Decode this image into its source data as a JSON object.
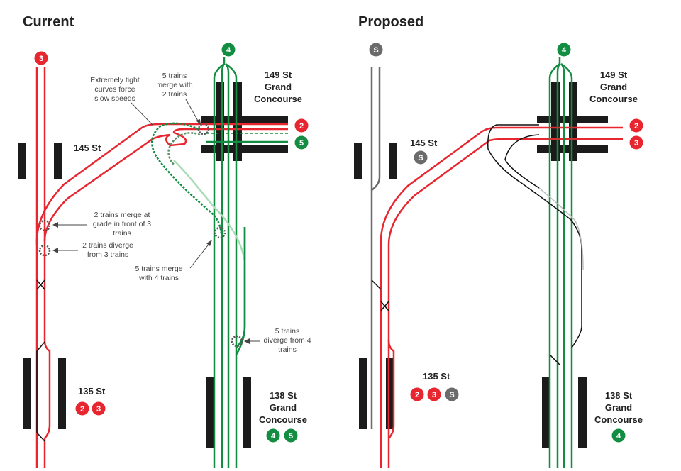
{
  "colors": {
    "red_line": "#e8262f",
    "green_line": "#128d42",
    "light_green_line": "#a8dcb4",
    "gray_line": "#6b6b6b",
    "light_gray_line": "#bcbcbc",
    "black_line": "#111111",
    "platform": "#1b1b1b",
    "annotation": "#444444"
  },
  "panels": {
    "current": {
      "title": "Current",
      "stations": {
        "st145": {
          "lines": [
            "145 St"
          ],
          "routes": []
        },
        "st149": {
          "lines": [
            "149 St",
            "Grand",
            "Concourse"
          ],
          "routes": []
        },
        "st135": {
          "lines": [
            "135 St"
          ],
          "routes": [
            "2",
            "3"
          ]
        },
        "st138": {
          "lines": [
            "138 St",
            "Grand",
            "Concourse"
          ],
          "routes": [
            "4",
            "5"
          ]
        }
      },
      "top_routes": [
        "3",
        "4"
      ],
      "side_routes": [
        "2",
        "5"
      ],
      "annotations": {
        "tight_curves": [
          "Extremely tight",
          "curves force",
          "slow speeds"
        ],
        "merge_5_2": [
          "5 trains",
          "merge with",
          "2 trains"
        ],
        "merge_2_3": [
          "2 trains merge at",
          "grade in front of 3",
          "trains"
        ],
        "diverge_2_3": [
          "2 trains diverge",
          "from 3 trains"
        ],
        "merge_5_4": [
          "5 trains merge",
          "with 4 trains"
        ],
        "diverge_5_4": [
          "5 trains",
          "diverge from 4",
          "trains"
        ]
      }
    },
    "proposed": {
      "title": "Proposed",
      "stations": {
        "st145": {
          "lines": [
            "145 St"
          ],
          "routes": [
            "S"
          ]
        },
        "st149": {
          "lines": [
            "149 St",
            "Grand",
            "Concourse"
          ],
          "routes": []
        },
        "st135": {
          "lines": [
            "135 St"
          ],
          "routes": [
            "2",
            "3",
            "S"
          ]
        },
        "st138": {
          "lines": [
            "138 St",
            "Grand",
            "Concourse"
          ],
          "routes": [
            "4"
          ]
        }
      },
      "top_routes": [
        "S",
        "4"
      ],
      "side_routes": [
        "2",
        "3"
      ]
    }
  },
  "route_colors": {
    "2": "#e8262f",
    "3": "#e8262f",
    "4": "#128d42",
    "5": "#128d42",
    "S": "#6b6b6b"
  }
}
